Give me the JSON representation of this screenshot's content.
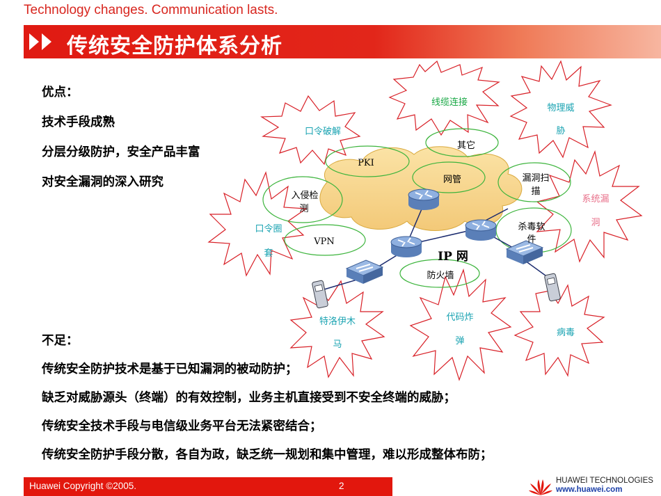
{
  "header": {
    "tagline": "Technology changes. Communication lasts.",
    "title": "传统安全防护体系分析"
  },
  "pros": {
    "heading": "优点：",
    "items": [
      "技术手段成熟",
      "分层分级防护，安全产品丰富",
      "对安全漏洞的深入研究"
    ]
  },
  "cons": {
    "heading": "不足：",
    "items": [
      "传统安全防护技术是基于已知漏洞的被动防护；",
      "缺乏对威胁源头（终端）的有效控制，业务主机直接受到不安全终端的威胁；",
      "传统安全技术手段与电信级业务平台无法紧密结合；",
      "传统安全防护手段分散，各自为政，缺乏统一规划和集中管理，难以形成整体布防；"
    ]
  },
  "diagram": {
    "network_label": "IP 网",
    "ellipses": {
      "other": "其它",
      "pki": "PKI",
      "netmgmt": "网管",
      "ids": [
        "入侵检",
        "测"
      ],
      "vuln_scan": [
        "漏洞扫",
        "描"
      ],
      "antivirus": [
        "杀毒软",
        "件"
      ],
      "vpn": "VPN",
      "firewall": "防火墙"
    },
    "threats": {
      "wiretap": "线缆连接",
      "physical": [
        "物理威",
        "胁"
      ],
      "password_crack": "口令破解",
      "system_vuln": [
        "系统漏",
        "洞"
      ],
      "password_trap": [
        "口令圈",
        "套"
      ],
      "trojan": [
        "特洛伊木",
        "马"
      ],
      "logic_bomb": [
        "代码炸",
        "弹"
      ],
      "virus": "病毒"
    },
    "colors": {
      "burst_stroke": "#d81f26",
      "threat_text_green": "#19a845",
      "threat_text_teal": "#1aa3b2",
      "threat_text_pink": "#e8708a",
      "ellipse_stroke": "#3cb43c",
      "cloud_fill": "#f7d894"
    }
  },
  "footer": {
    "copyright": "Huawei Copyright ©2005.",
    "page_number": "2",
    "brand_name": "HUAWEI TECHNOLOGIES",
    "brand_site": "www.huawei.com"
  }
}
